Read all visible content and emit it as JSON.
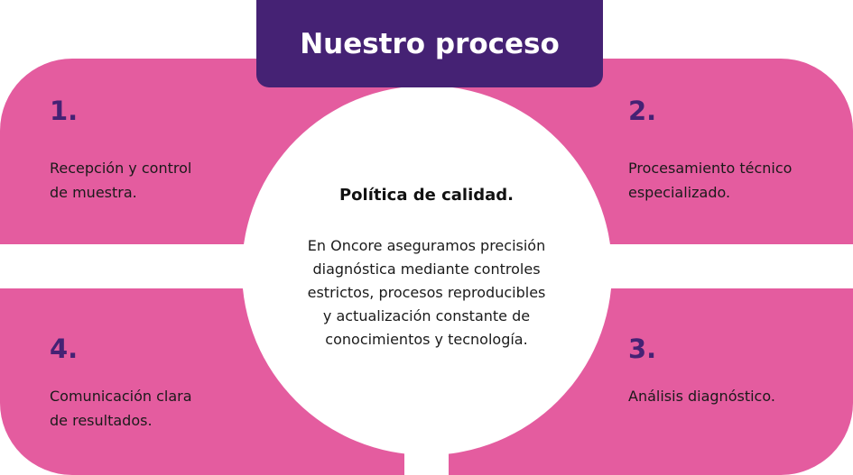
{
  "header": {
    "title": "Nuestro proceso"
  },
  "steps": [
    {
      "number": "1.",
      "text_lines": [
        "Recepción y control",
        "de muestra."
      ]
    },
    {
      "number": "2.",
      "text_lines": [
        "Procesamiento técnico",
        "especializado."
      ]
    },
    {
      "number": "3.",
      "text_lines": [
        "Análisis diagnóstico."
      ]
    },
    {
      "number": "4.",
      "text_lines": [
        "Comunicación clara",
        "de resultados."
      ]
    }
  ],
  "policy": {
    "title": "Política de calidad.",
    "body_lines": [
      "En Oncore aseguramos precisión",
      "diagnóstica mediante controles",
      "estrictos, procesos reproducibles",
      "y actualización constante de",
      "conocimientos y tecnología."
    ]
  },
  "colors": {
    "pink": "#e45c9f",
    "purple": "#452274",
    "white": "#ffffff"
  }
}
